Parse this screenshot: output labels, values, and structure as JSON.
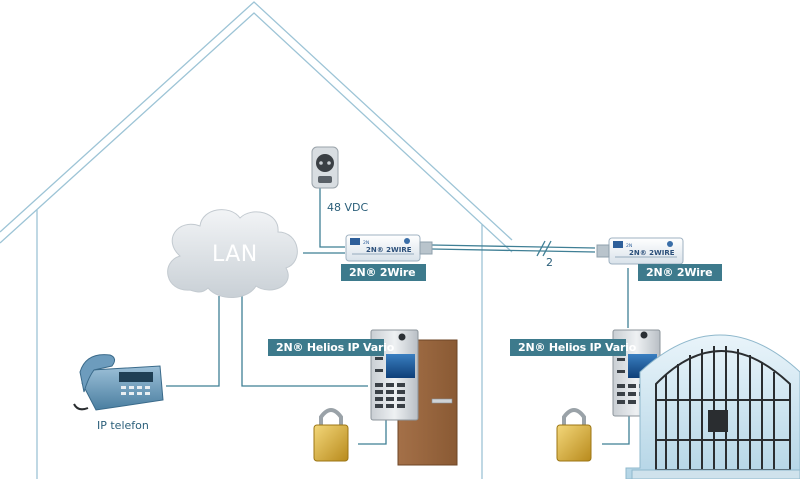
{
  "diagram": {
    "cloud_label": "LAN",
    "power_label": "48 VDC",
    "wire_count_label": "2",
    "phone_label": "IP telefon",
    "device_tags": {
      "wire_left": "2N® 2Wire",
      "wire_right": "2N® 2Wire",
      "helios_left": "2N® Helios IP Vario",
      "helios_right": "2N® Helios IP Vario"
    },
    "module_text": "2N® 2WIRE",
    "module_badge": "2N",
    "colors": {
      "outline": "#9dc4d6",
      "line": "#3f7f95",
      "tag_bg": "#3d7a8c",
      "cloud": "#dfe4e8",
      "door": "#9c6a42",
      "padlock": "#d8b23c"
    }
  }
}
